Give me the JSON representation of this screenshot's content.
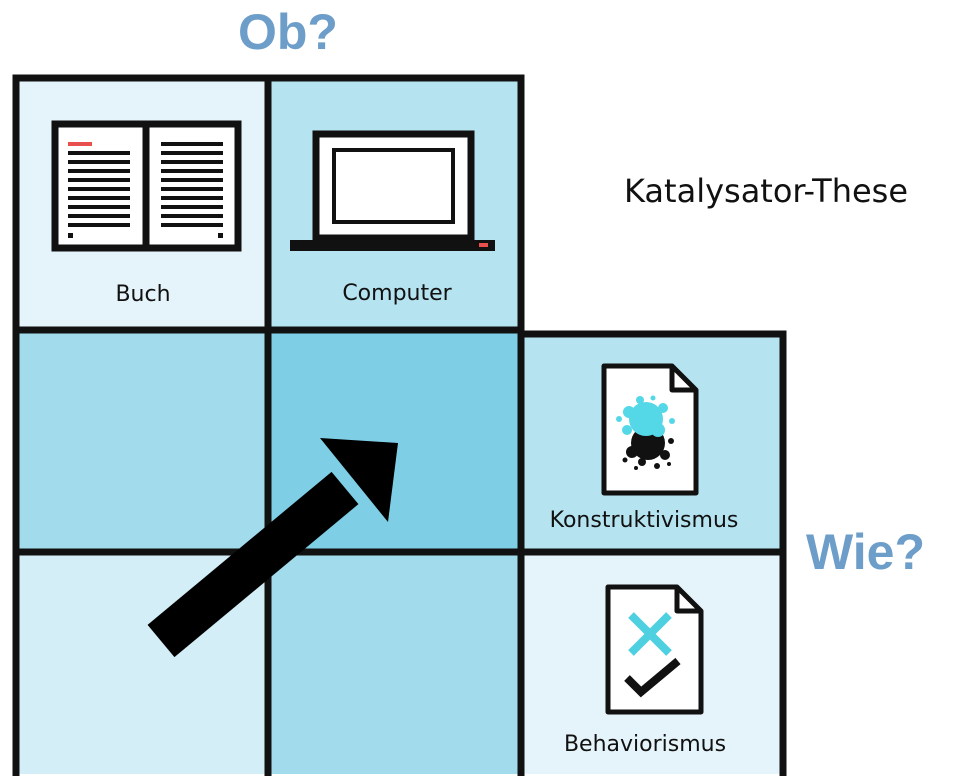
{
  "headings": {
    "ob": "Ob?",
    "wie": "Wie?"
  },
  "thesis": "Katalysator-These",
  "media": {
    "book": "Buch",
    "computer": "Computer"
  },
  "theories": {
    "constructivism": "Konstruktivismus",
    "behaviorism": "Behaviorismus"
  },
  "colors": {
    "heading": "#6d9ec9",
    "outline": "#111111",
    "cell_lightest": "#e5f4fa",
    "cell_light": "#d3eef6",
    "cell_mid": "#b5e3f0",
    "cell_strong": "#a2dcec",
    "cell_deep": "#7ecfe5",
    "accent_red": "#e8504d",
    "splash_cyan": "#54d7e6",
    "cross_cyan": "#4fd0e0"
  },
  "icons": {
    "book": "open-book-icon",
    "computer": "laptop-icon",
    "constructivism": "splash-document-icon",
    "behaviorism": "checked-document-icon",
    "direction": "diagonal-arrow-icon"
  }
}
